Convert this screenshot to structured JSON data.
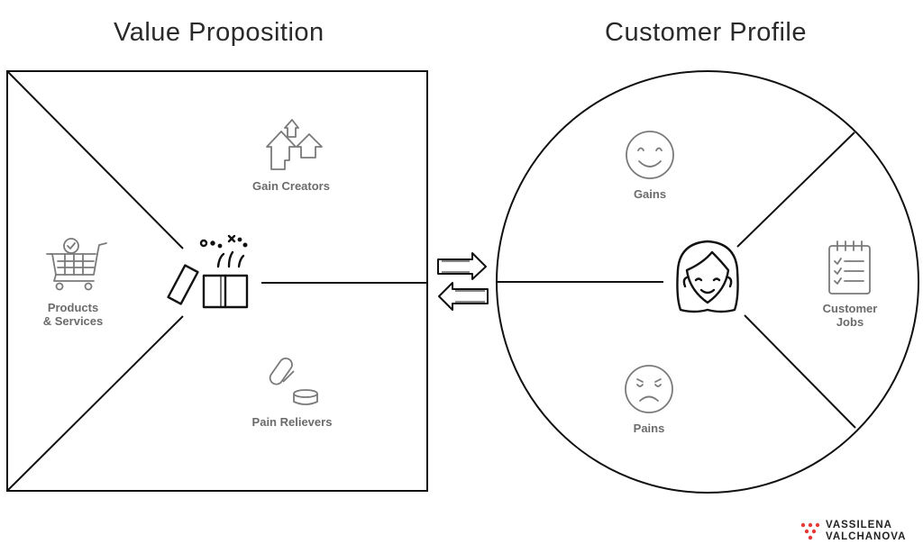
{
  "value_proposition": {
    "title": "Value Proposition",
    "gain_creators": "Gain Creators",
    "products_services_line1": "Products",
    "products_services_line2": "& Services",
    "pain_relievers": "Pain Relievers"
  },
  "customer_profile": {
    "title": "Customer Profile",
    "gains": "Gains",
    "customer_jobs_line1": "Customer",
    "customer_jobs_line2": "Jobs",
    "pains": "Pains"
  },
  "brand": {
    "line1": "VASSILENA",
    "line2": "VALCHANOVA",
    "dot_color": "#e53935"
  },
  "icons": {
    "gain_creators": "arrows-up-icon",
    "products_services": "shopping-cart-icon",
    "pain_relievers": "pills-icon",
    "value_proposition": "gift-box-icon",
    "exchange": "exchange-arrows-icon",
    "gains": "smile-icon",
    "pains": "sad-face-icon",
    "customer_jobs": "checklist-icon",
    "customer": "woman-face-icon"
  }
}
